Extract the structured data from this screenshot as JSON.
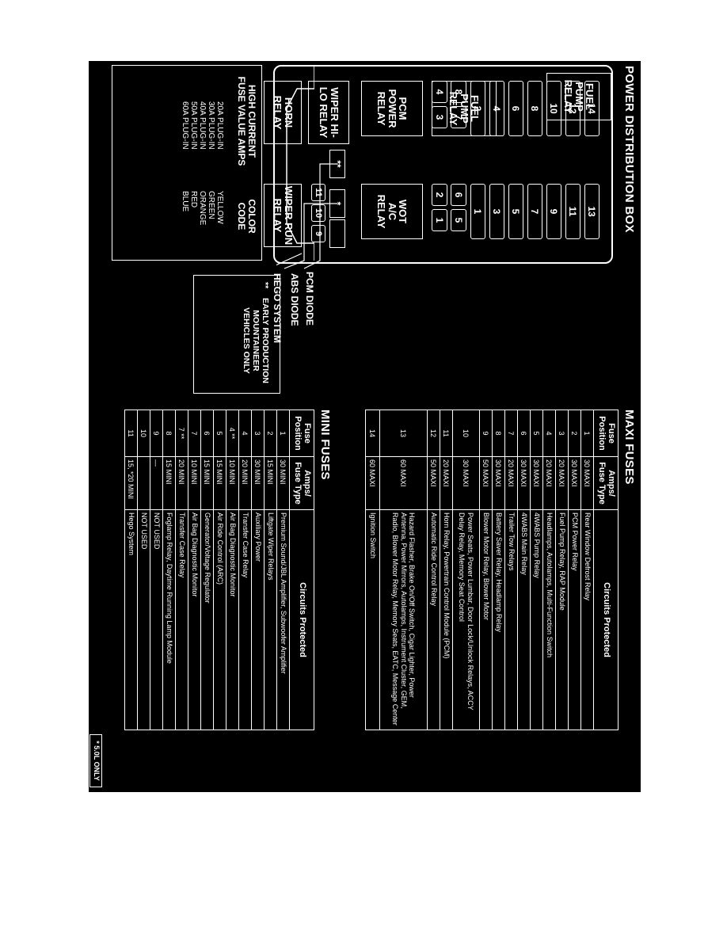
{
  "pdb": {
    "title": "POWER DISTRIBUTION BOX",
    "maxi_fuses": [
      {
        "left": "14",
        "right": "13"
      },
      {
        "left": "12",
        "right": "11"
      },
      {
        "left": "10",
        "right": "9"
      },
      {
        "left": "8",
        "right": "7"
      },
      {
        "left": "6",
        "right": "5"
      },
      {
        "left": "4",
        "right": "3"
      },
      {
        "left": "2",
        "right": "1"
      }
    ],
    "mini_fuses_left": [
      "8",
      "7",
      "4",
      "3"
    ],
    "mini_fuses_right": [
      "6",
      "5",
      "2",
      "1"
    ],
    "mini_fuses_small": [
      "11",
      "10",
      "9"
    ],
    "relays": {
      "fuel_pump": "FUEL\nPUMP\nRELAY",
      "pcm_power": "PCM\nPOWER\nRELAY",
      "wiper_hilo": "WIPER HI-\nLO RELAY",
      "horn": "HORN\nRELAY",
      "wot_ac": "WOT\nA/C\nRELAY",
      "wiper_run": "WIPER RUN\nRELAY"
    },
    "diode_marks": [
      "**",
      "*"
    ],
    "callouts": {
      "pcm_diode": "PCM DIODE",
      "abs_diode": "ABS DIODE",
      "hego_system": "HEGO SYSTEM"
    }
  },
  "high_current": {
    "heading_left": "HIGH CURRENT\nFUSE VALUE AMPS",
    "heading_right": "COLOR\nCODE",
    "rows": [
      {
        "amps": "20A PLUG-IN",
        "color": "YELLOW"
      },
      {
        "amps": "30A PLUG-IN",
        "color": "GREEN"
      },
      {
        "amps": "40A PLUG-IN",
        "color": "ORANGE"
      },
      {
        "amps": "50A PLUG-IN",
        "color": "RED"
      },
      {
        "amps": "60A PLUG-IN",
        "color": "BLUE"
      }
    ]
  },
  "note": {
    "mark": "**",
    "text": "EARLY PRODUCTION\nMOUNTAINEER\nVEHICLES ONLY"
  },
  "badge": "* 5.0L ONLY",
  "maxi_table": {
    "title": "MAXI FUSES",
    "headers": [
      "Fuse\nPosition",
      "Amps/\nFuse Type",
      "Circuits Protected"
    ],
    "rows": [
      [
        "1",
        "30 MAXI",
        "Rear Window Defrost Relay"
      ],
      [
        "2",
        "30 MAXI",
        "PCM Power Relay"
      ],
      [
        "3",
        "20 MAXI",
        "Fuel Pump Relay, RAP Module"
      ],
      [
        "4",
        "20 MAXI",
        "Headlamps, Autolamps, Multi-Function Switch"
      ],
      [
        "5",
        "30 MAXI",
        "4WABS Pump Relay"
      ],
      [
        "6",
        "30 MAXI",
        "4WABS Main Relay"
      ],
      [
        "7",
        "20 MAXI",
        "Trailer Tow Relays"
      ],
      [
        "8",
        "30 MAXI",
        "Battery Saver Relay, Headlamp Relay"
      ],
      [
        "9",
        "50 MAXI",
        "Blower Motor Relay, Blower Motor"
      ],
      [
        "10",
        "30 MAXI",
        "Power Seats, Power Lumbar, Door Lock/Unlock Relays, ACCY Delay Relay, Memory Seat Control"
      ],
      [
        "11",
        "20 MAXI",
        "Horn Relay, Powertrain Control Module (PCM)"
      ],
      [
        "12",
        "50 MAXI",
        "Automatic Ride Control Relay"
      ],
      [
        "13",
        "60 MAXI",
        "Hazard Flasher, Brake On/Off Switch, Cigar Lighter, Power Antenna, Power Mirrors, Autolamps, Instrument Cluster, GEM, Radio, Blower Motor Relay, Memory Seats, EATC, Message Center"
      ],
      [
        "14",
        "60 MAXI",
        "Ignition Switch"
      ]
    ]
  },
  "mini_table": {
    "title": "MINI FUSES",
    "headers": [
      "Fuse\nPosition",
      "Amps/\nFuse Type",
      "Circuits Protected"
    ],
    "rows": [
      [
        "1",
        "30 MINI",
        "Premium Sound/JBL Amplifier, Subwoofer Amplifier"
      ],
      [
        "2",
        "15 MINI",
        "Liftgate Wiper Relays"
      ],
      [
        "3",
        "30 MINI",
        "Auxiliary Power"
      ],
      [
        "4",
        "20 MINI",
        "Transfer Case Relay"
      ],
      [
        "4 **",
        "10 MINI",
        "Air Bag Diagnostic Monitor"
      ],
      [
        "5",
        "15 MINI",
        "Air Ride Control (ARC)"
      ],
      [
        "6",
        "15 MINI",
        "Generator/Voltage Regulator"
      ],
      [
        "7",
        "10 MINI",
        "Air Bag Diagnostic Monitor"
      ],
      [
        "7 **",
        "20 MINI",
        "Transfer Case Relay"
      ],
      [
        "8",
        "15 MINI",
        "Foglamp Relay, Daytime Running Lamp Module"
      ],
      [
        "9",
        "—",
        "NOT USED"
      ],
      [
        "10",
        "",
        "NOT USED"
      ],
      [
        "11",
        "15, *20 MINI",
        "Hego System"
      ]
    ]
  }
}
